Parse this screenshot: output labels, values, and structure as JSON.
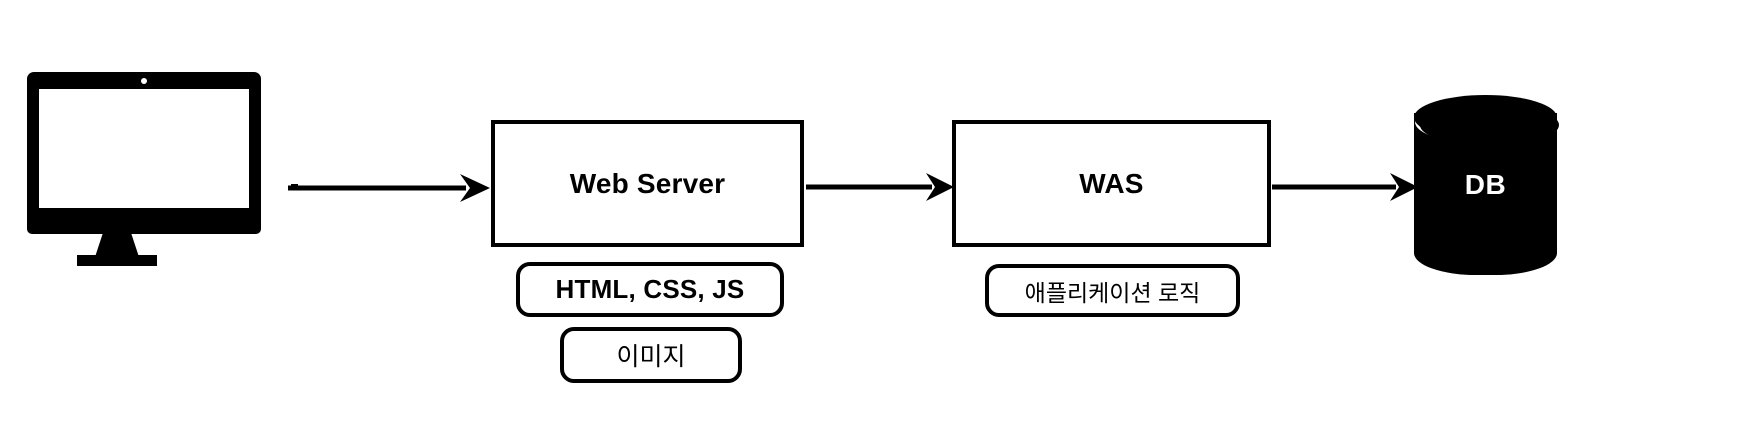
{
  "diagram": {
    "title": "Web Server / WAS / DB request flow",
    "background_color": "#ffffff",
    "stroke_color": "#000000",
    "nodes": {
      "client": {
        "type": "monitor-icon",
        "icon": "desktop-monitor-icon",
        "label": ""
      },
      "web_server": {
        "label": "Web Server",
        "shape": "rectangle"
      },
      "was": {
        "label": "WAS",
        "shape": "rectangle"
      },
      "db": {
        "label": "DB",
        "shape": "cylinder",
        "fill": "#000000",
        "text_color": "#ffffff"
      }
    },
    "tags": {
      "web_server_static": "HTML, CSS, JS",
      "web_server_image": "이미지",
      "was_logic": "애플리케이션 로직"
    },
    "edges": [
      {
        "from": "client",
        "to": "web_server",
        "label": "",
        "arrow": "right"
      },
      {
        "from": "web_server",
        "to": "was",
        "label": "",
        "arrow": "right"
      },
      {
        "from": "was",
        "to": "db",
        "label": "",
        "arrow": "right"
      }
    ]
  }
}
